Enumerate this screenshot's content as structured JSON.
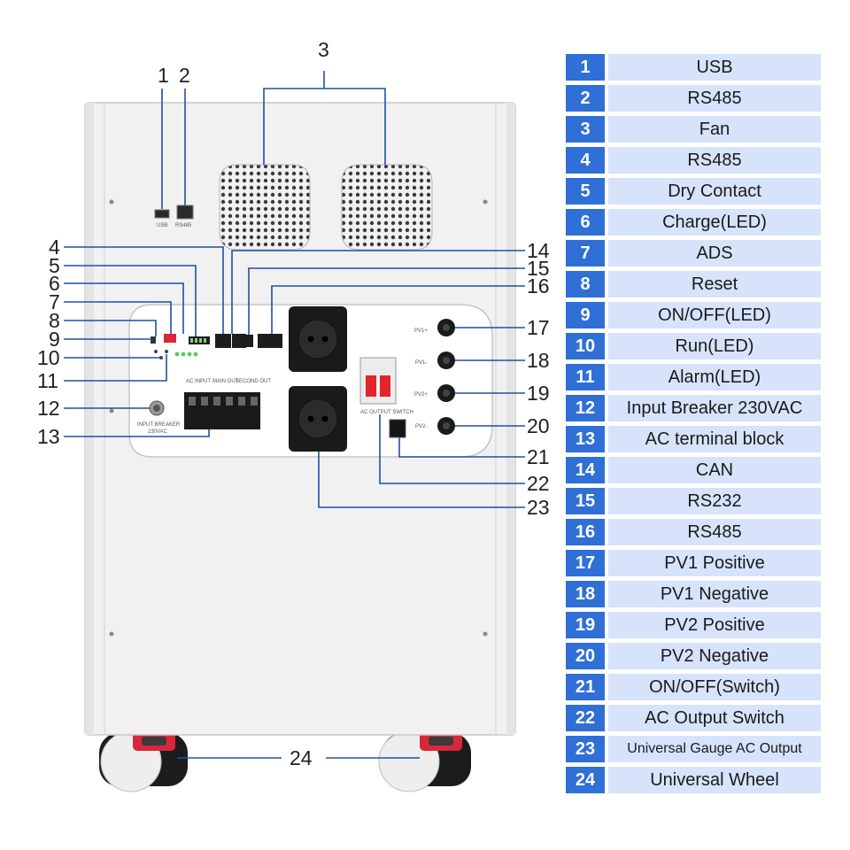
{
  "legend": [
    {
      "num": "1",
      "label": "USB"
    },
    {
      "num": "2",
      "label": "RS485"
    },
    {
      "num": "3",
      "label": "Fan"
    },
    {
      "num": "4",
      "label": "RS485"
    },
    {
      "num": "5",
      "label": "Dry Contact"
    },
    {
      "num": "6",
      "label": "Charge(LED)"
    },
    {
      "num": "7",
      "label": "ADS"
    },
    {
      "num": "8",
      "label": "Reset"
    },
    {
      "num": "9",
      "label": "ON/OFF(LED)"
    },
    {
      "num": "10",
      "label": "Run(LED)"
    },
    {
      "num": "11",
      "label": "Alarm(LED)"
    },
    {
      "num": "12",
      "label": "Input Breaker 230VAC"
    },
    {
      "num": "13",
      "label": "AC terminal block"
    },
    {
      "num": "14",
      "label": "CAN"
    },
    {
      "num": "15",
      "label": "RS232"
    },
    {
      "num": "16",
      "label": "RS485"
    },
    {
      "num": "17",
      "label": "PV1 Positive"
    },
    {
      "num": "18",
      "label": "PV1 Negative"
    },
    {
      "num": "19",
      "label": "PV2 Positive"
    },
    {
      "num": "20",
      "label": "PV2 Negative"
    },
    {
      "num": "21",
      "label": "ON/OFF(Switch)"
    },
    {
      "num": "22",
      "label": "AC Output Switch"
    },
    {
      "num": "23",
      "label": "Universal Gauge AC Output"
    },
    {
      "num": "24",
      "label": "Universal Wheel"
    }
  ],
  "device_labels": {
    "usb": "USB",
    "rs485": "RS485",
    "input_breaker": "INPUT BREAKER",
    "input_breaker_rating": "230VAC",
    "ac_input": "AC INPUT",
    "main_out": "MAIN OUT",
    "second_out": "SECOND OUT",
    "ac_output_switch": "AC OUTPUT SWITCH",
    "pv1_pos": "PV1+",
    "pv1_neg": "PV1-",
    "pv2_pos": "PV2+",
    "pv2_neg": "PV2-"
  },
  "colors": {
    "legend_number_bg": "#2f6fd6",
    "legend_label_bg": "#d6e3fb",
    "leader_line": "#1f4fa8",
    "breaker_red": "#e0262a",
    "wheel_red": "#d9263a"
  }
}
